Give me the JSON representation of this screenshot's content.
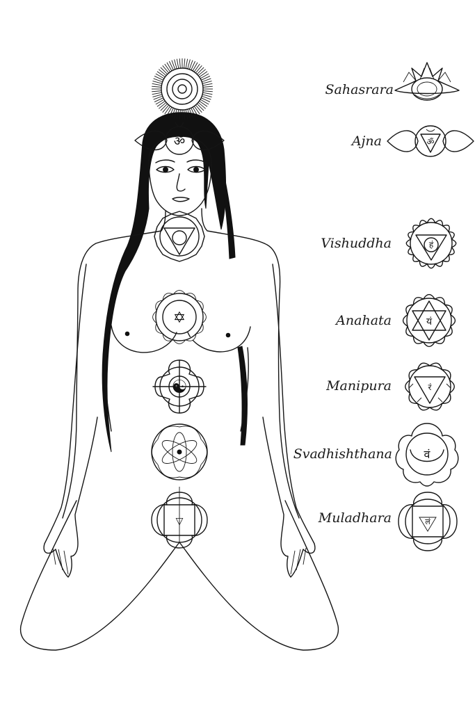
{
  "figure": {
    "title": ""
  },
  "chakras": [
    {
      "id": "sahasrara",
      "label": "Sahasrara",
      "glyph": ""
    },
    {
      "id": "ajna",
      "label": "Ajna",
      "glyph": "ॐ"
    },
    {
      "id": "vishuddha",
      "label": "Vishuddha",
      "glyph": "हं"
    },
    {
      "id": "anahata",
      "label": "Anahata",
      "glyph": "यं"
    },
    {
      "id": "manipura",
      "label": "Manipura",
      "glyph": "रं"
    },
    {
      "id": "svadhishthana",
      "label": "Svadhishthana",
      "glyph": "वं"
    },
    {
      "id": "muladhara",
      "label": "Muladhara",
      "glyph": "लं"
    }
  ],
  "body_symbols": {
    "crown_glyph": "ॐ",
    "heart_symbol": "✡",
    "navel_symbol": "☯",
    "root_symbol": "▽"
  },
  "colors": {
    "ink": "#151515",
    "paper": "#ffffff"
  }
}
